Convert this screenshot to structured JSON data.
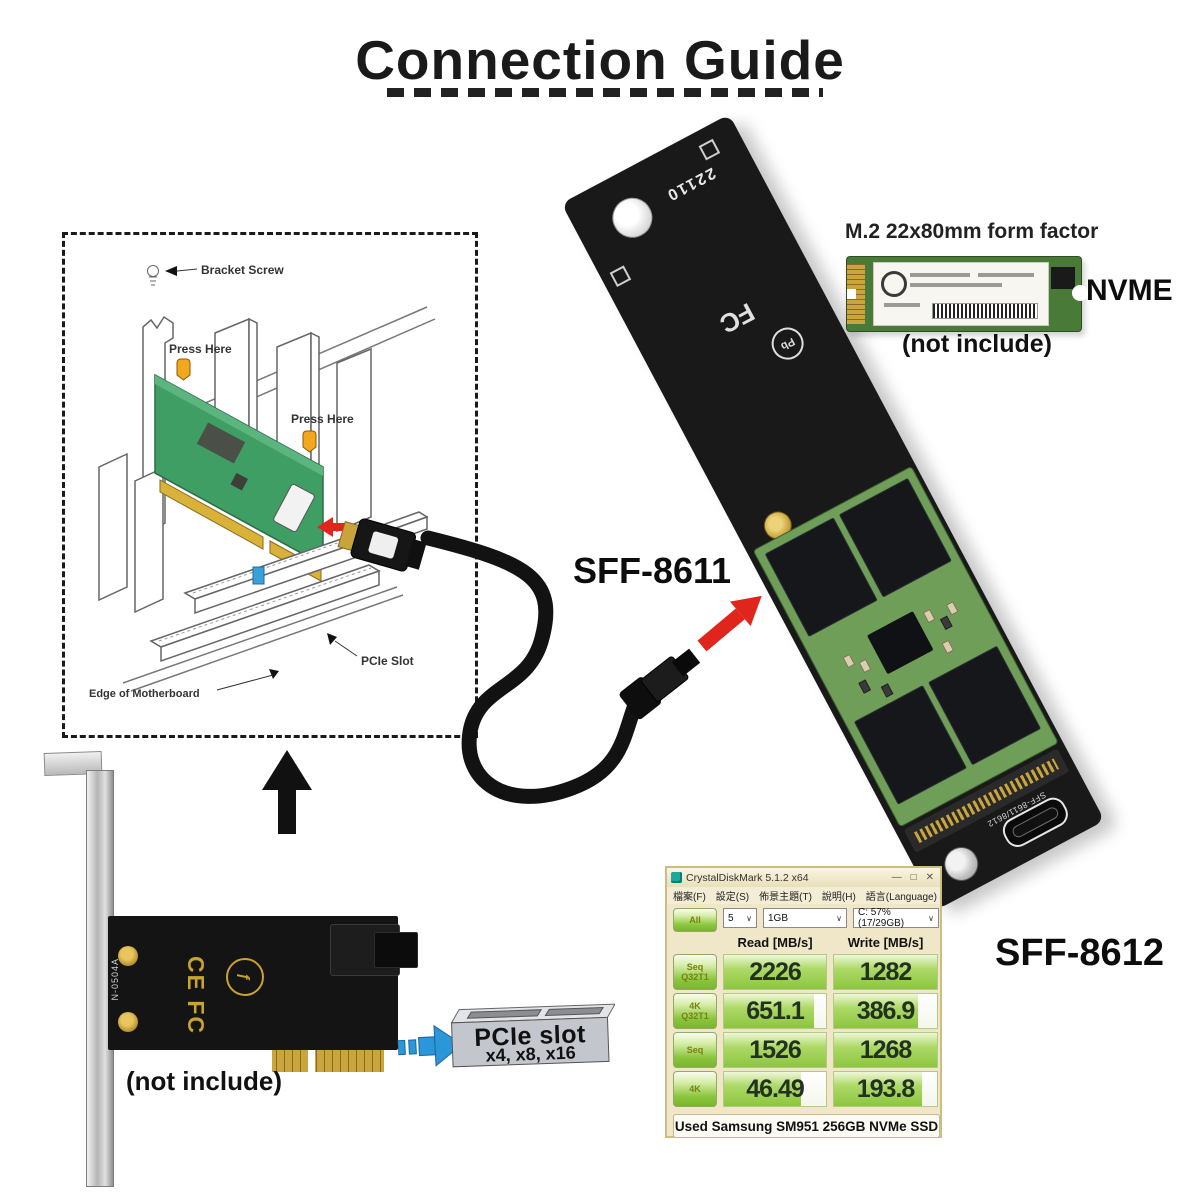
{
  "title": "Connection Guide",
  "diagram": {
    "bracket_screw": "Bracket Screw",
    "press_here_top": "Press Here",
    "press_here_right": "Press Here",
    "pcie_slot": "PCIe Slot",
    "edge_of_motherboard": "Edge of Motherboard"
  },
  "cable": {
    "connector_label": "SFF-8611"
  },
  "adapter_board": {
    "size_marking": "22110",
    "silkscreen": "SFF-8611/8612",
    "connector_label": "SFF-8612",
    "logo_fc": "FC",
    "logo_pb": "Pb"
  },
  "ssd_section": {
    "heading": "M.2 22x80mm form factor",
    "interface_label": "NVME",
    "note": "(not include)"
  },
  "host_card": {
    "note": "(not include)",
    "marking": "N-0504A",
    "logos": "CE FC",
    "nf_logo": "ƒ"
  },
  "pcie_slot_block": {
    "title": "PCIe slot",
    "subtitle": "x4, x8, x16"
  },
  "benchmark": {
    "window_title": "CrystalDiskMark 5.1.2 x64",
    "window_buttons": {
      "minimize": "—",
      "maximize": "□",
      "close": "✕"
    },
    "menu": [
      "檔案(F)",
      "設定(S)",
      "佈景主題(T)",
      "說明(H)",
      "語言(Language)"
    ],
    "combo_runs": "5",
    "combo_size": "1GB",
    "combo_drive": "C: 57% (17/29GB)",
    "chevron": "∨",
    "all_button": "All",
    "read_header": "Read [MB/s]",
    "write_header": "Write [MB/s]",
    "rows": [
      {
        "label1": "Seq",
        "label2": "Q32T1",
        "read": "2226",
        "write": "1282",
        "read_fill": 100,
        "write_fill": 100
      },
      {
        "label1": "4K",
        "label2": "Q32T1",
        "read": "651.1",
        "write": "386.9",
        "read_fill": 88,
        "write_fill": 82
      },
      {
        "label1": "Seq",
        "label2": "",
        "read": "1526",
        "write": "1268",
        "read_fill": 100,
        "write_fill": 100
      },
      {
        "label1": "4K",
        "label2": "",
        "read": "46.49",
        "write": "193.8",
        "read_fill": 75,
        "write_fill": 85
      }
    ],
    "status": "Used Samsung SM951 256GB NVMe SSD"
  },
  "colors": {
    "accent_red_arrow": "#e0261c",
    "accent_blue_arrow": "#2b96d8",
    "green_card": "#45a16b",
    "cdm_green": "#8cc63f",
    "gold_fingers": "#caa53d"
  }
}
